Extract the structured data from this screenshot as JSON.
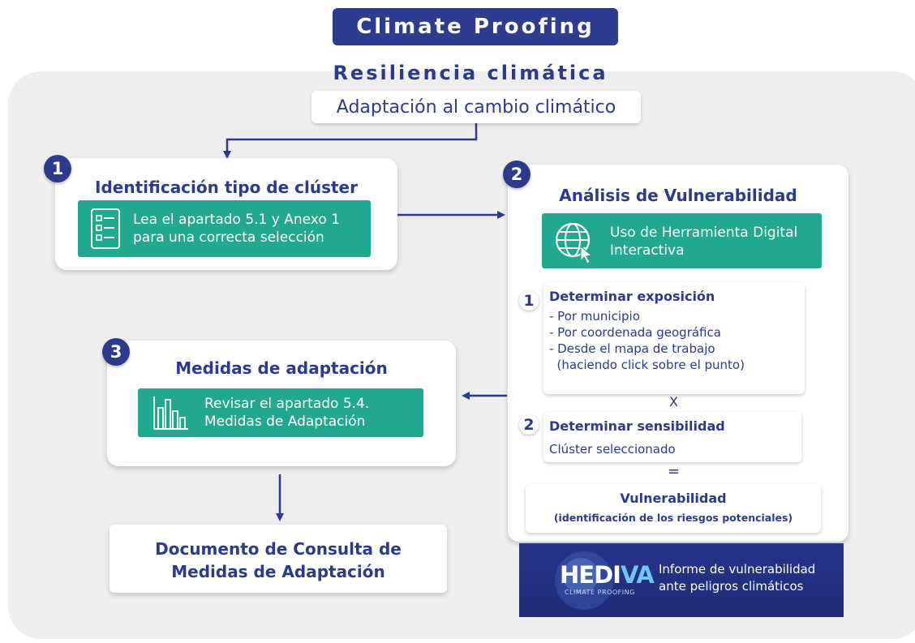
{
  "header": {
    "title": "Climate Proofing",
    "subtitle": "Resiliencia climática",
    "subtitle2": "Adaptación al cambio climático"
  },
  "step1": {
    "number": "1",
    "title": "Identificación tipo de clúster",
    "action_line1": "Lea el apartado 5.1 y Anexo 1",
    "action_line2": "para una correcta selección"
  },
  "step2": {
    "number": "2",
    "title": "Análisis de Vulnerabilidad",
    "tool_line1": "Uso de Herramienta Digital",
    "tool_line2": "Interactiva",
    "exposure": {
      "number": "1",
      "title": "Determinar exposición",
      "items": [
        "- Por municipio",
        "- Por coordenada geográfica",
        "- Desde el mapa de trabajo",
        "  (haciendo click sobre el punto)"
      ]
    },
    "times": "X",
    "sensitivity": {
      "number": "2",
      "title": "Determinar sensibilidad",
      "text": "Clúster seleccionado"
    },
    "equals": "=",
    "result_title": "Vulnerabilidad",
    "result_subtitle": "(identificación de los riesgos potenciales)"
  },
  "step3": {
    "number": "3",
    "title": "Medidas de adaptación",
    "action_line1": "Revisar el apartado 5.4.",
    "action_line2": "Medidas de Adaptación"
  },
  "final": {
    "line1": "Documento de Consulta de",
    "line2": "Medidas de Adaptación"
  },
  "hediva": {
    "logo_part1": "HEDI",
    "logo_part2": "VA",
    "logo_tagline": "CLIMATE PROOFING",
    "text_line1": "Informe de vulnerabilidad",
    "text_line2": "ante peligros climáticos"
  },
  "colors": {
    "navy": "#2b3a8c",
    "teal": "#21a88e",
    "panel": "#eeeeee"
  }
}
